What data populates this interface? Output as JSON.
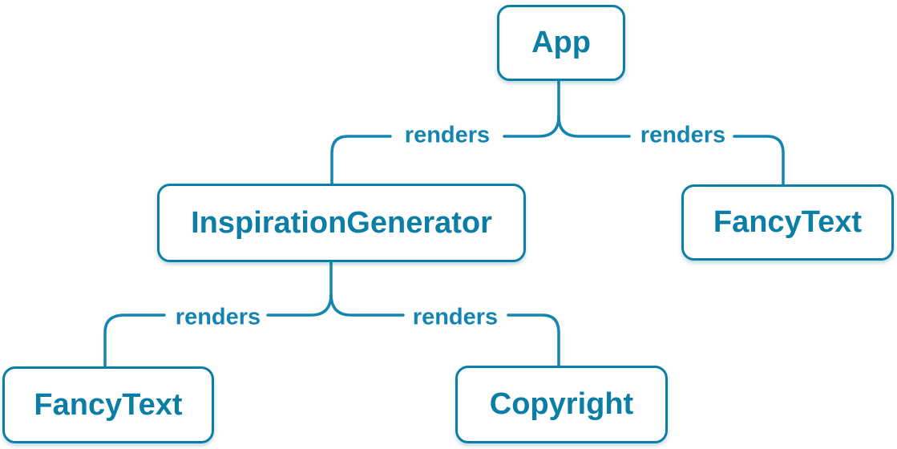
{
  "diagram": {
    "type": "component-render-tree",
    "background_color": "#ffffff",
    "node_border_color": "#0b7ea6",
    "node_text_color": "#0b7ea6",
    "line_color": "#1485b0",
    "nodes": [
      {
        "id": "app",
        "label": "App"
      },
      {
        "id": "inspiration-generator",
        "label": "InspirationGenerator"
      },
      {
        "id": "fancy-text-top",
        "label": "FancyText"
      },
      {
        "id": "fancy-text-bottom",
        "label": "FancyText"
      },
      {
        "id": "copyright",
        "label": "Copyright"
      }
    ],
    "edges": [
      {
        "from": "App",
        "to": "InspirationGenerator",
        "label": "renders"
      },
      {
        "from": "App",
        "to": "FancyText",
        "label": "renders"
      },
      {
        "from": "InspirationGenerator",
        "to": "FancyText",
        "label": "renders"
      },
      {
        "from": "InspirationGenerator",
        "to": "Copyright",
        "label": "renders"
      }
    ]
  }
}
